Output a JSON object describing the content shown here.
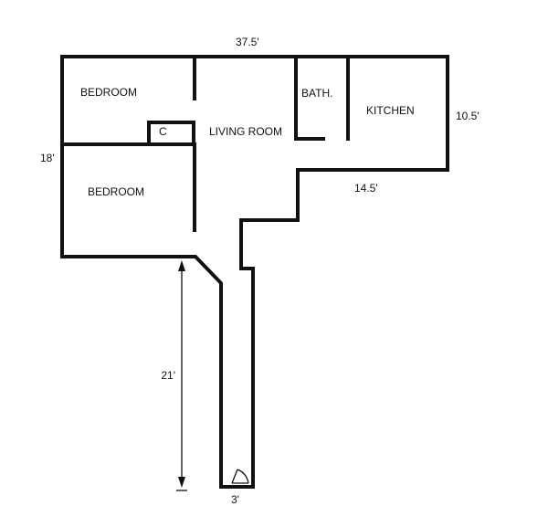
{
  "rooms": {
    "bedroom_top": "BEDROOM",
    "bedroom_bottom": "BEDROOM",
    "closet": "C",
    "living_room": "LIVING ROOM",
    "bath": "BATH.",
    "kitchen": "KITCHEN"
  },
  "dimensions": {
    "total_width": "37.5'",
    "left_depth": "18'",
    "kitchen_depth": "10.5'",
    "kitchen_width": "14.5'",
    "hallway_length": "21'",
    "hallway_width": "3'"
  }
}
